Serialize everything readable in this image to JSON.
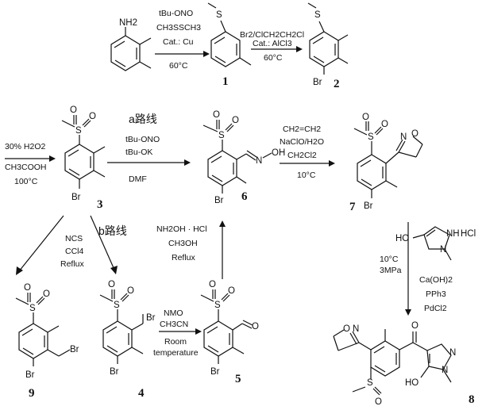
{
  "compounds": {
    "c1": "1",
    "c2": "2",
    "c3": "3",
    "c4": "4",
    "c5": "5",
    "c6": "6",
    "c7": "7",
    "c8": "8",
    "c9": "9"
  },
  "atoms": {
    "nh2": "NH2",
    "s": "S",
    "o": "O",
    "br": "Br",
    "n": "N",
    "nh": "NH",
    "ho": "HO",
    "oh": "OH",
    "hcl": "HCl",
    "oxime_n": "N",
    "oxime_oh": "OH",
    "isox_n": "N",
    "isox_o": "O"
  },
  "routes": {
    "a": "a路线",
    "b": "b路线"
  },
  "conditions": {
    "step1": [
      "tBu-ONO",
      "CH3SSCH3",
      "Cat.: Cu",
      "60°C"
    ],
    "step2": [
      "Br2/ClCH2CH2Cl",
      "Cat.: AlCl3",
      "60°C"
    ],
    "step3": [
      "30% H2O2",
      "CH3COOH",
      "100°C"
    ],
    "step_a": [
      "tBu-ONO",
      "tBu-OK",
      "DMF"
    ],
    "step_isox": [
      "CH2=CH2",
      "NaClO/H2O",
      "CH2Cl2",
      "10°C"
    ],
    "step_nbs": [
      "NCS",
      "CCl4",
      "Reflux"
    ],
    "step_nmo": [
      "NMO",
      "CH3CN",
      "Room",
      "temperature"
    ],
    "step_oxime": [
      "NH2OH · HCl",
      "CH3OH",
      "Reflux"
    ],
    "step_final_left": [
      "10°C",
      "3MPa"
    ],
    "step_final_right": [
      "Ca(OH)2",
      "PPh3",
      "PdCl2"
    ]
  }
}
